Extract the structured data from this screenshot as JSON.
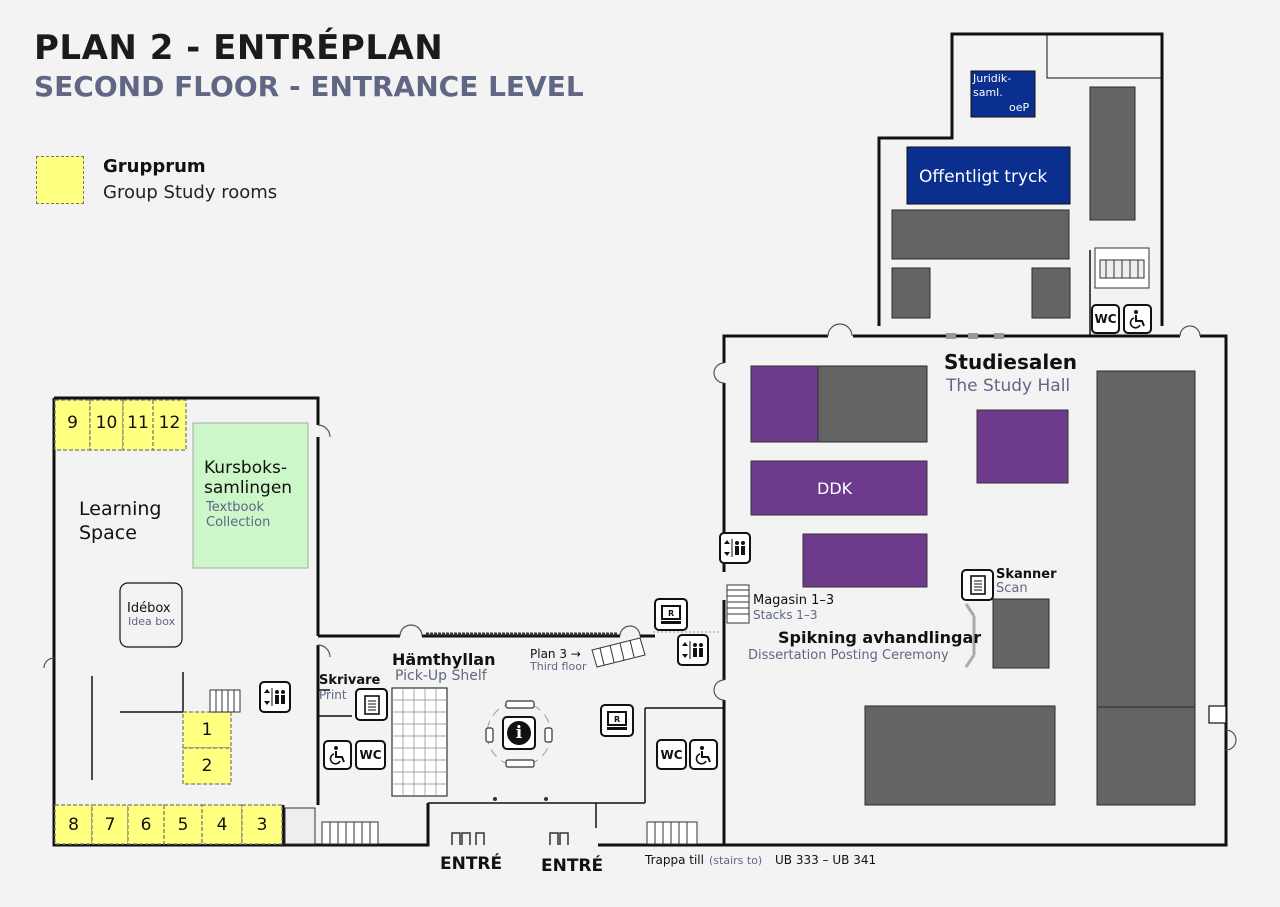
{
  "header": {
    "title": "PLAN 2 - ENTRÉPLAN",
    "subtitle": "SECOND FLOOR - ENTRANCE LEVEL"
  },
  "legend": {
    "label_sv": "Grupprum",
    "label_en": "Group Study rooms",
    "color": "#ffff80"
  },
  "colors": {
    "group_room": "#ffff80",
    "textbook": "#ccf7c8",
    "shelf_gray": "#646464",
    "ddk_purple": "#6d3a8c",
    "offentligt_blue": "#0a2f8f",
    "wall": "#111111",
    "label_blue_gray": "#5f6784"
  },
  "group_rooms": [
    "9",
    "10",
    "11",
    "12",
    "1",
    "2",
    "8",
    "7",
    "6",
    "5",
    "4",
    "3"
  ],
  "areas": {
    "learning_space": "Learning\nSpace",
    "kursbok_sv": "Kursboks-\nsamlingen",
    "kursbok_en": "Textbook\nCollection",
    "idebox_sv": "Idébox",
    "idebox_en": "Idea box",
    "juridik_line1": "Juridik-",
    "juridik_line2": "saml.",
    "juridik_line3": "oeP",
    "offentligt": "Offentligt tryck",
    "studiesalen_sv": "Studiesalen",
    "studiesalen_en": "The Study Hall",
    "ddk": "DDK",
    "skanner_sv": "Skanner",
    "skanner_en": "Scan",
    "magasin_sv": "Magasin 1–3",
    "magasin_en": "Stacks 1–3",
    "spikning_sv": "Spikning avhandlingar",
    "spikning_en": "Dissertation Posting Ceremony",
    "hamthyllan_sv": "Hämthyllan",
    "hamthyllan_en": "Pick-Up Shelf",
    "skrivare_sv": "Skrivare",
    "skrivare_en": "Print",
    "plan3_sv": "Plan 3 →",
    "plan3_en": "Third floor",
    "entre_1": "ENTRÉ",
    "entre_2": "ENTRÉ",
    "trappa_sv": "Trappa till",
    "trappa_en": "(stairs to)",
    "trappa_rooms": "UB 333 – UB 341"
  },
  "icons": {
    "wc": "WC",
    "reader": "R",
    "info": "i"
  }
}
